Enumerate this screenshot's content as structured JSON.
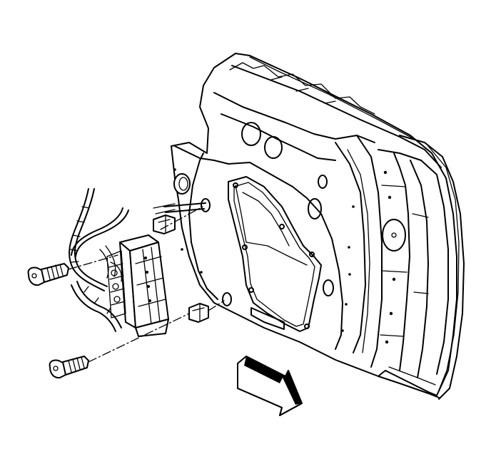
{
  "diagram": {
    "background": "#ffffff",
    "line_color": "#000000",
    "components": [
      {
        "name": "door-inner-panel",
        "icon": "door-panel-illustration"
      },
      {
        "name": "control-module",
        "icon": "electronic-module-illustration"
      },
      {
        "name": "wiring-harness",
        "icon": "wire-harness-illustration"
      },
      {
        "name": "upper-screw",
        "icon": "screw-icon"
      },
      {
        "name": "lower-screw",
        "icon": "screw-icon"
      },
      {
        "name": "mounting-clips",
        "icon": "clip-icon"
      },
      {
        "name": "direction-arrow",
        "icon": "forward-arrow-icon"
      }
    ]
  }
}
